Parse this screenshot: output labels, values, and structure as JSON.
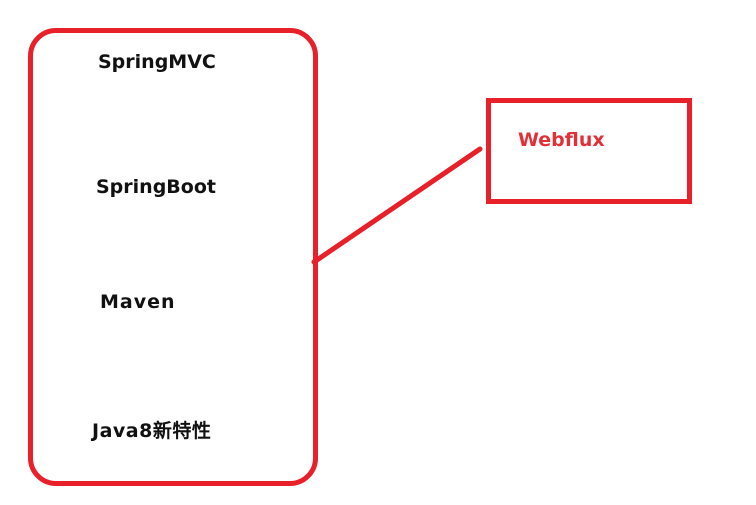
{
  "diagram": {
    "left_group": {
      "items": [
        {
          "label": "SpringMVC"
        },
        {
          "label": "SpringBoot"
        },
        {
          "label": "Maven"
        },
        {
          "label": "Java8新特性"
        }
      ]
    },
    "right_box": {
      "label": "Webflux"
    },
    "colors": {
      "border": "#e8202a",
      "accent_text": "#e23038",
      "text": "#111111",
      "background": "#ffffff"
    }
  }
}
